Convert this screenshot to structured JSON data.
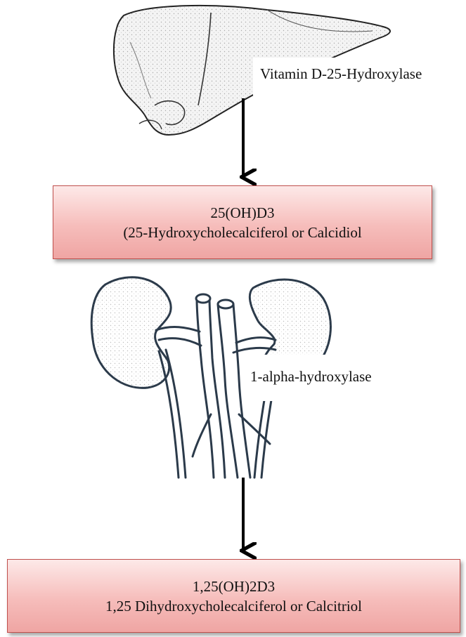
{
  "steps": [
    {
      "organ": "liver",
      "enzyme": "Vitamin D-25-Hydroxylase",
      "product_line1": "25(OH)D3",
      "product_line2": "(25-Hydroxycholecalciferol or Calcidiol"
    },
    {
      "organ": "kidney",
      "enzyme": "1-alpha-hydroxylase",
      "product_line1": "1,25(OH)2D3",
      "product_line2": "1,25 Dihydroxycholecalciferol  or Calcitriol"
    }
  ],
  "colors": {
    "box_fill": "#f6bdbb",
    "box_border": "#c0504d",
    "arrow": "#000000",
    "line_art": "#2b3a4a"
  },
  "icons": [
    "liver-icon",
    "kidneys-icon",
    "arrow-down-icon"
  ]
}
